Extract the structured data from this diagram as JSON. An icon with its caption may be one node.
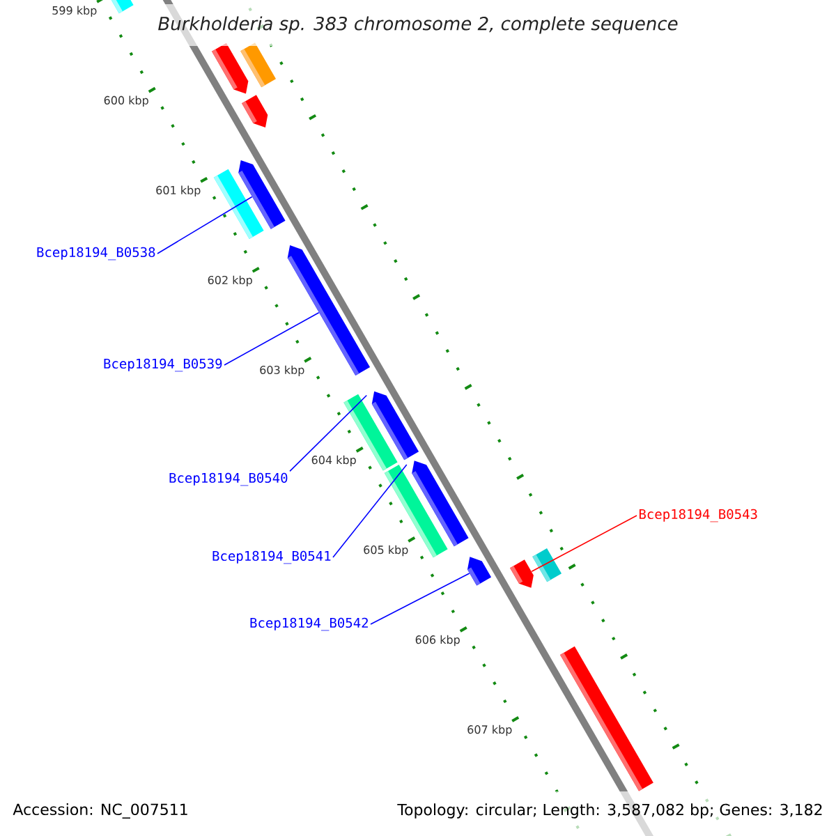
{
  "diagram": {
    "title": "Burkholderia sp. 383 chromosome 2, complete sequence",
    "nodes": [
      {
        "text": [
          "Bcep18194_B0538"
        ]
      },
      {
        "text": [
          "Bcep18194_B0539"
        ]
      },
      {
        "text": [
          "Bcep18194_B0540"
        ]
      },
      {
        "text": [
          "Bcep18194_B0541"
        ]
      },
      {
        "text": [
          "Bcep18194_B0542"
        ]
      },
      {
        "text": [
          "Bcep18194_B0543"
        ]
      },
      {
        "text": [],
        "shape": "arrow"
      },
      {
        "text": [],
        "shape": "arrow"
      },
      {
        "text": [],
        "shape": "arrow"
      },
      {
        "text": [],
        "shape": "arrow"
      },
      {
        "text": [],
        "shape": "arrow"
      },
      {
        "text": [],
        "shape": "arrow"
      },
      {
        "text": [],
        "shape": "arrow"
      },
      {
        "text": [],
        "shape": "arrow"
      },
      {
        "text": [],
        "shape": "arrow"
      },
      {
        "text": [],
        "shape": "arrow"
      },
      {
        "text": [],
        "shape": "arrow"
      },
      {
        "text": [],
        "shape": "arrow"
      },
      {
        "text": [],
        "shape": "arrow"
      },
      {
        "text": [],
        "shape": "arrow"
      },
      {
        "text": [],
        "shape": "arrow"
      }
    ],
    "edges": [
      {
        "from": 0,
        "to": 10,
        "arrow": "none"
      },
      {
        "from": 1,
        "to": 12,
        "arrow": "none"
      },
      {
        "from": 2,
        "to": 14,
        "arrow": "none"
      },
      {
        "from": 3,
        "to": 16,
        "arrow": "none"
      },
      {
        "from": 4,
        "to": 17,
        "arrow": "none"
      },
      {
        "from": 5,
        "to": 18,
        "arrow": "none",
        "color": "#ff0000"
      }
    ],
    "labels": [
      "599 kbp",
      "600 kbp",
      "601 kbp",
      "602 kbp",
      "603 kbp",
      "604 kbp",
      "605 kbp",
      "606 kbp",
      "607 kbp",
      "Accession: NC_007511",
      "Topology: circular; Length: 3,587,082 bp; Genes: 3,182"
    ]
  }
}
